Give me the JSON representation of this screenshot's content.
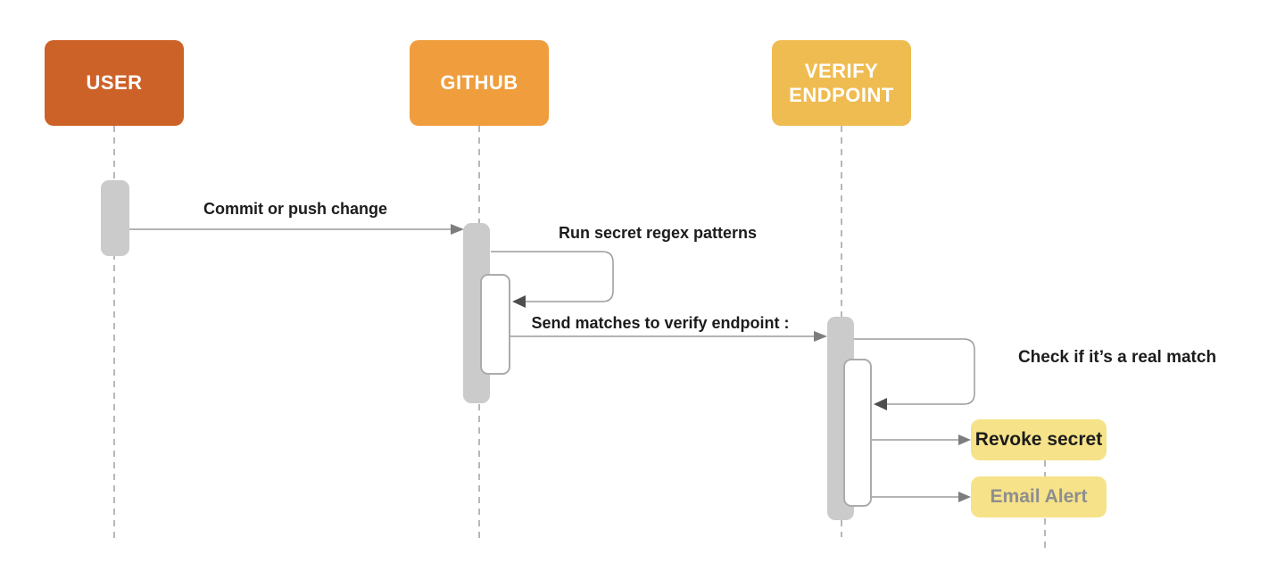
{
  "diagram_type": "sequence-diagram",
  "actors": [
    {
      "label": "USER",
      "color": "#CD6229"
    },
    {
      "label": "GITHUB",
      "color": "#F09D3D"
    },
    {
      "label": "VERIFY ENDPOINT",
      "color": "#EFBC51"
    }
  ],
  "messages": [
    {
      "label": "Commit or push change",
      "from": "USER",
      "to": "GITHUB",
      "kind": "arrow"
    },
    {
      "label": "Run secret regex patterns",
      "from": "GITHUB",
      "to": "GITHUB",
      "kind": "self-loop"
    },
    {
      "label": "Send matches to verify endpoint :",
      "from": "GITHUB",
      "to": "VERIFY ENDPOINT",
      "kind": "arrow"
    },
    {
      "label": "Check if it’s a real match",
      "from": "VERIFY ENDPOINT",
      "to": "VERIFY ENDPOINT",
      "kind": "self-loop"
    }
  ],
  "notes": [
    {
      "label": "Revoke secret",
      "background": "#F6E289",
      "text_color": "#1C1C1C"
    },
    {
      "label": "Email Alert",
      "background": "#F6E289",
      "text_color": "#8E8E8E"
    }
  ],
  "colors": {
    "activation_fill": "#CBCBCB",
    "nested_border": "#ABABAB",
    "lifeline": "#B8B8B8",
    "line": "#9B9B9B",
    "arrowhead": "#7D7D7D",
    "loop_arrowhead": "#4E4E4E",
    "message_text": "#1C1C1C",
    "actor_text": "#FFFFFF",
    "background": "#FFFFFF"
  }
}
